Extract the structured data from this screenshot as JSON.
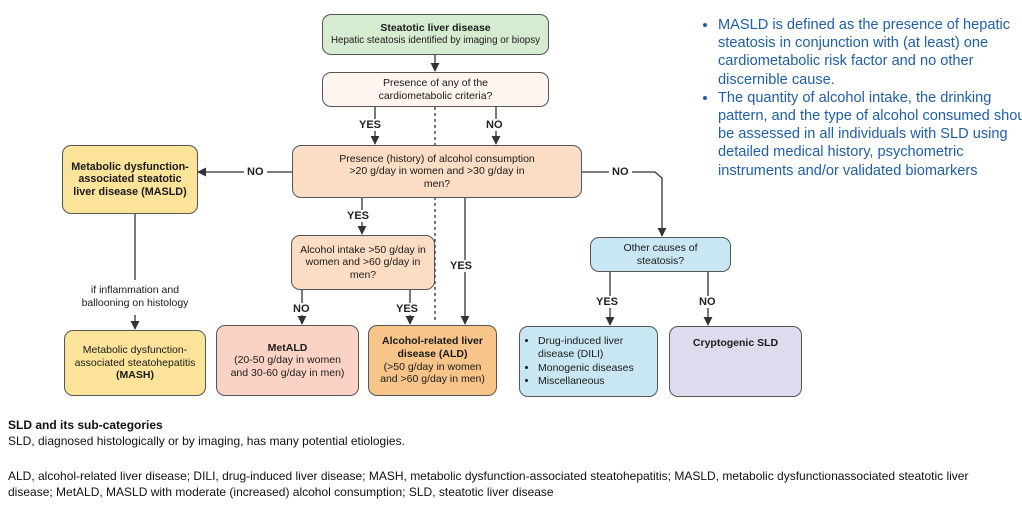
{
  "nodes": {
    "sld": {
      "title": "Steatotic liver disease",
      "sub": "Hepatic steatosis identified by imaging or biopsy"
    },
    "cardio": {
      "text": "Presence of any of the cardiometabolic criteria?"
    },
    "alcohol": {
      "text": "Presence (history) of alcohol consumption >20 g/day in women and >30 g/day in men?"
    },
    "masld": {
      "text": "Metabolic dysfunction-associated steatotic liver disease (MASLD)"
    },
    "intake": {
      "text": "Alcohol intake >50 g/day in women and >60 g/day in men?"
    },
    "other": {
      "text": "Other causes of steatosis?"
    },
    "mash": {
      "line": "Metabolic dysfunction-associated steatohepatitis",
      "abbr": "(MASH)"
    },
    "metald": {
      "title": "MetALD",
      "sub": "(20-50 g/day in women and 30-60 g/day in men)"
    },
    "ald": {
      "title": "Alcohol-related liver disease (ALD)",
      "sub": "(>50 g/day in women and >60 g/day in men)"
    },
    "dili": {
      "items": [
        "Drug-induced liver disease (DILI)",
        "Monogenic diseases",
        "Miscellaneous"
      ]
    },
    "crypto": {
      "title": "Cryptogenic SLD"
    }
  },
  "labels": {
    "yes": "YES",
    "no": "NO",
    "inflammation": "if inflammation and ballooning on histology"
  },
  "notes": [
    "MASLD is defined as the presence of hepatic steatosis in conjunction with (at least) one cardiometabolic risk factor and no other discernible cause.",
    "The quantity of alcohol intake, the drinking pattern, and the type of alcohol consumed should be assessed in all individuals with SLD using detailed medical history, psychometric instruments and/or validated biomarkers"
  ],
  "caption": {
    "title": "SLD and its sub-categories",
    "line": "SLD, diagnosed histologically or by imaging, has many potential etiologies.",
    "abbrev": "ALD, alcohol-related liver disease; DILI, drug-induced liver disease; MASH, metabolic dysfunction-associated steatohepatitis; MASLD, metabolic dysfunctionassociated steatotic liver disease; MetALD, MASLD with moderate (increased) alcohol consumption; SLD, steatotic liver disease"
  },
  "colors": {
    "green": "#d6ecd0",
    "cream": "#fdf5ee",
    "peach": "#fbdcc4",
    "yellow": "#fbe39a",
    "pink": "#fad3c4",
    "orange": "#f7c489",
    "blue": "#c9e7f3",
    "lavender": "#dcdcee",
    "note": "#1f5fa8"
  }
}
